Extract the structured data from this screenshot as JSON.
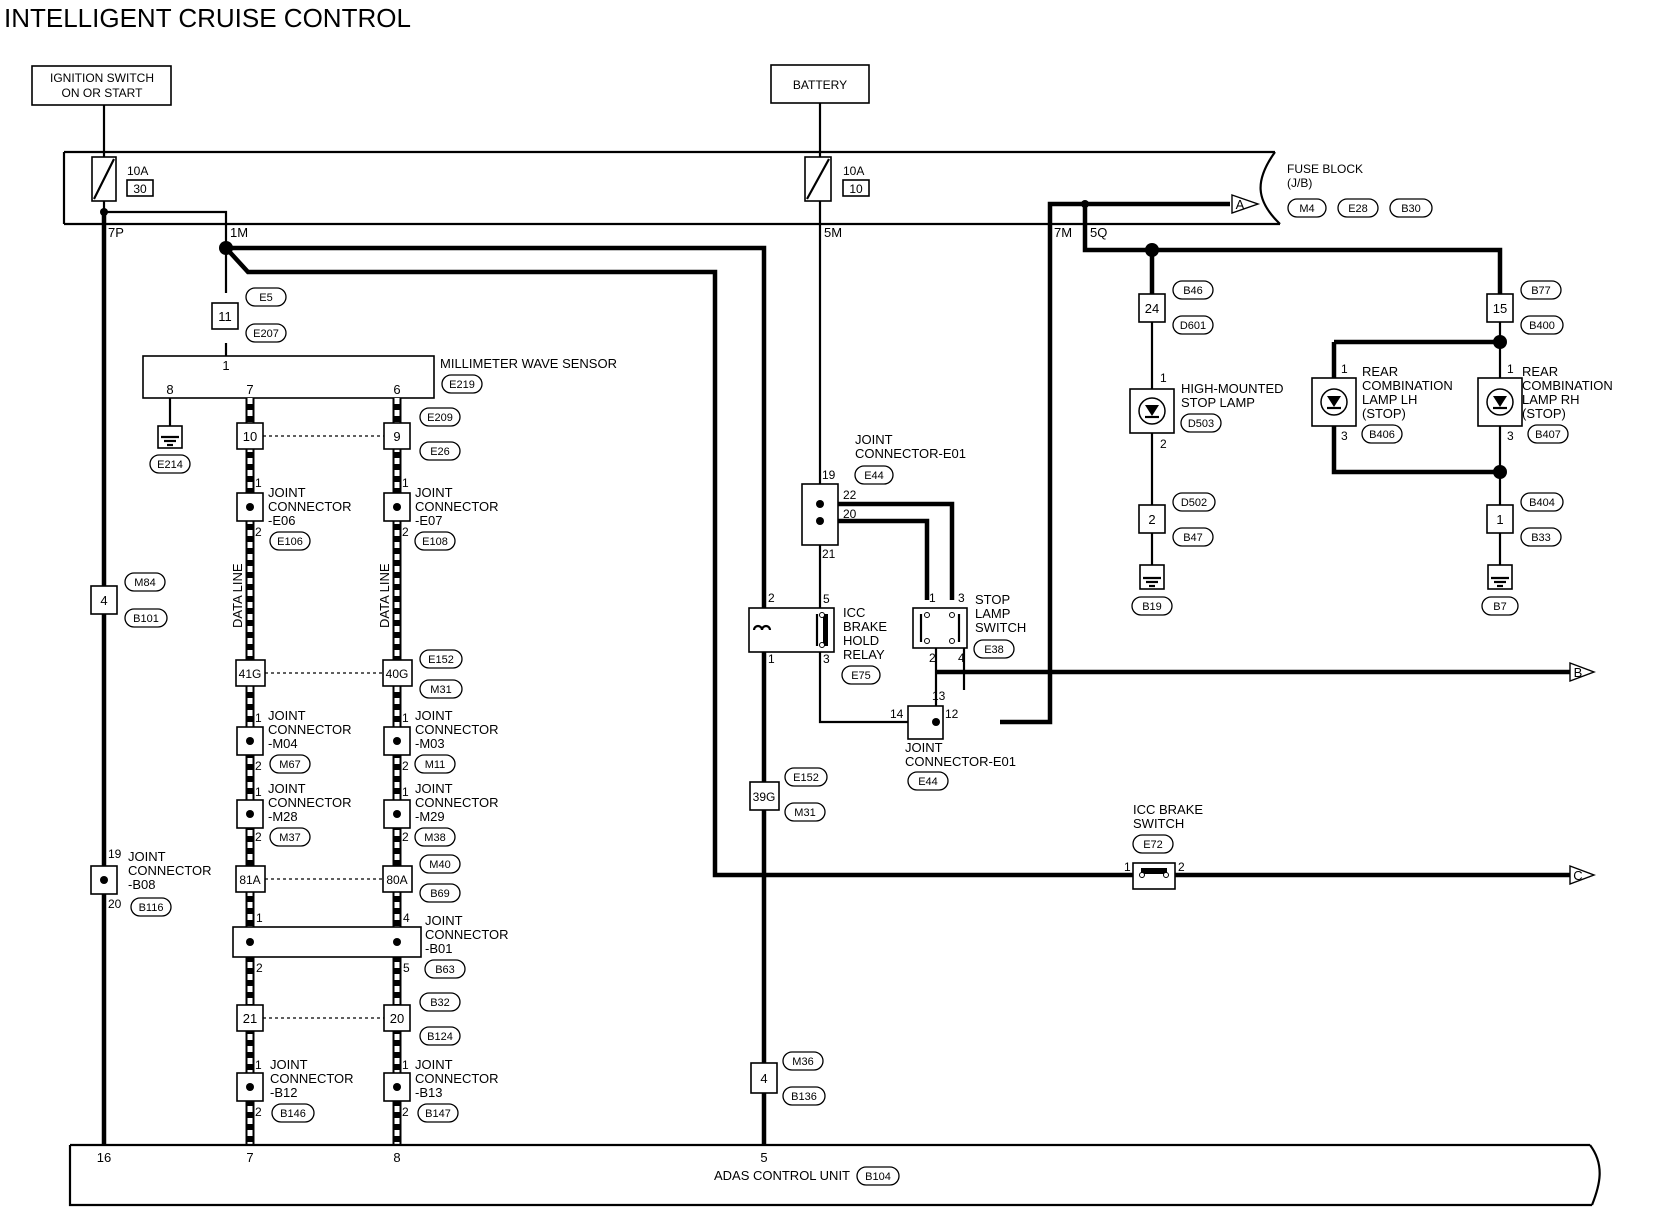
{
  "title": "INTELLIGENT CRUISE CONTROL",
  "sources": {
    "ignition": [
      "IGNITION SWITCH",
      "ON OR START"
    ],
    "battery": "BATTERY"
  },
  "fuse_block": {
    "label": [
      "FUSE BLOCK",
      "(J/B)"
    ],
    "connectors": [
      "M4",
      "E28",
      "B30"
    ],
    "fuse_left": {
      "amps": "10A",
      "number": "30"
    },
    "fuse_right": {
      "amps": "10A",
      "number": "10"
    },
    "terminals": [
      "7P",
      "1M",
      "5M",
      "7M",
      "5Q"
    ]
  },
  "arrows": [
    "A",
    "B",
    "C"
  ],
  "mws": {
    "label": "MILLIMETER WAVE SENSOR",
    "connector": "E219",
    "pins": [
      "1",
      "8",
      "7",
      "6"
    ],
    "ground": "E214"
  },
  "inline": {
    "e5": {
      "num": "11",
      "top": "E5",
      "bot": "E207"
    },
    "pair1": {
      "left": "10",
      "right": "9",
      "top": "E209",
      "bot": "E26"
    },
    "pair2": {
      "left": "41G",
      "right": "40G",
      "top": "E152",
      "bot": "M31"
    },
    "pair3": {
      "left": "81A",
      "right": "80A",
      "top": "M40",
      "bot": "B69"
    },
    "pair4": {
      "left": "21",
      "right": "20",
      "top": "B32",
      "bot": "B124"
    },
    "m84": {
      "num": "4",
      "top": "M84",
      "bot": "B101"
    },
    "c39g": {
      "num": "39G",
      "top": "E152",
      "bot": "M31"
    },
    "m36": {
      "num": "4",
      "top": "M36",
      "bot": "B136"
    },
    "b46": {
      "num": "24",
      "top": "B46",
      "bot": "D601"
    },
    "b77": {
      "num": "15",
      "top": "B77",
      "bot": "B400"
    },
    "d502": {
      "num": "2",
      "top": "D502",
      "bot": "B47"
    },
    "b404": {
      "num": "1",
      "top": "B404",
      "bot": "B33"
    }
  },
  "joints": {
    "e06": {
      "lines": [
        "JOINT",
        "CONNECTOR",
        "-E06"
      ],
      "conn": "E106",
      "p1": "1",
      "p2": "2"
    },
    "e07": {
      "lines": [
        "JOINT",
        "CONNECTOR",
        "-E07"
      ],
      "conn": "E108",
      "p1": "1",
      "p2": "2"
    },
    "m04": {
      "lines": [
        "JOINT",
        "CONNECTOR",
        "-M04"
      ],
      "conn": "M67",
      "p1": "1",
      "p2": "2"
    },
    "m03": {
      "lines": [
        "JOINT",
        "CONNECTOR",
        "-M03"
      ],
      "conn": "M11",
      "p1": "1",
      "p2": "2"
    },
    "m28": {
      "lines": [
        "JOINT",
        "CONNECTOR",
        "-M28"
      ],
      "conn": "M37",
      "p1": "1",
      "p2": "2"
    },
    "m29": {
      "lines": [
        "JOINT",
        "CONNECTOR",
        "-M29"
      ],
      "conn": "M38",
      "p1": "1",
      "p2": "2"
    },
    "b08": {
      "lines": [
        "JOINT",
        "CONNECTOR",
        "-B08"
      ],
      "conn": "B116",
      "p1": "19",
      "p2": "20"
    },
    "b01": {
      "lines": [
        "JOINT",
        "CONNECTOR",
        "-B01"
      ],
      "conn": "B63",
      "p1": "1",
      "p2": "2",
      "p3": "4",
      "p4": "5"
    },
    "b12": {
      "lines": [
        "JOINT",
        "CONNECTOR",
        "-B12"
      ],
      "conn": "B146",
      "p1": "1",
      "p2": "2"
    },
    "b13": {
      "lines": [
        "JOINT",
        "CONNECTOR",
        "-B13"
      ],
      "conn": "B147",
      "p1": "1",
      "p2": "2"
    },
    "e01a": {
      "lines": [
        "JOINT",
        "CONNECTOR-E01"
      ],
      "conn": "E44",
      "pins": [
        "19",
        "22",
        "20",
        "21"
      ]
    },
    "e01b": {
      "lines": [
        "JOINT",
        "CONNECTOR-E01"
      ],
      "conn": "E44",
      "pins": [
        "13",
        "14",
        "12"
      ]
    }
  },
  "data_line": "DATA LINE",
  "relay": {
    "lines": [
      "ICC",
      "BRAKE",
      "HOLD",
      "RELAY"
    ],
    "conn": "E75",
    "pins": [
      "2",
      "5",
      "1",
      "3"
    ]
  },
  "stop_switch": {
    "lines": [
      "STOP",
      "LAMP",
      "SWITCH"
    ],
    "conn": "E38",
    "pins": [
      "1",
      "3",
      "2",
      "4"
    ]
  },
  "brake_switch": {
    "lines": [
      "ICC BRAKE",
      "SWITCH"
    ],
    "conn": "E72",
    "pins": [
      "1",
      "2"
    ]
  },
  "lamps": {
    "hm": {
      "lines": [
        "HIGH-MOUNTED",
        "STOP LAMP"
      ],
      "conn": "D503",
      "pins": [
        "1",
        "2"
      ]
    },
    "lh": {
      "lines": [
        "REAR",
        "COMBINATION",
        "LAMP LH",
        "(STOP)"
      ],
      "conn": "B406",
      "pins": [
        "1",
        "3"
      ]
    },
    "rh": {
      "lines": [
        "REAR",
        "COMBINATION",
        "LAMP RH",
        "(STOP)"
      ],
      "conn": "B407",
      "pins": [
        "1",
        "3"
      ]
    }
  },
  "grounds": [
    "B19",
    "B7"
  ],
  "adas": {
    "label": "ADAS CONTROL UNIT",
    "conn": "B104",
    "pins": [
      "16",
      "7",
      "8",
      "5"
    ]
  }
}
